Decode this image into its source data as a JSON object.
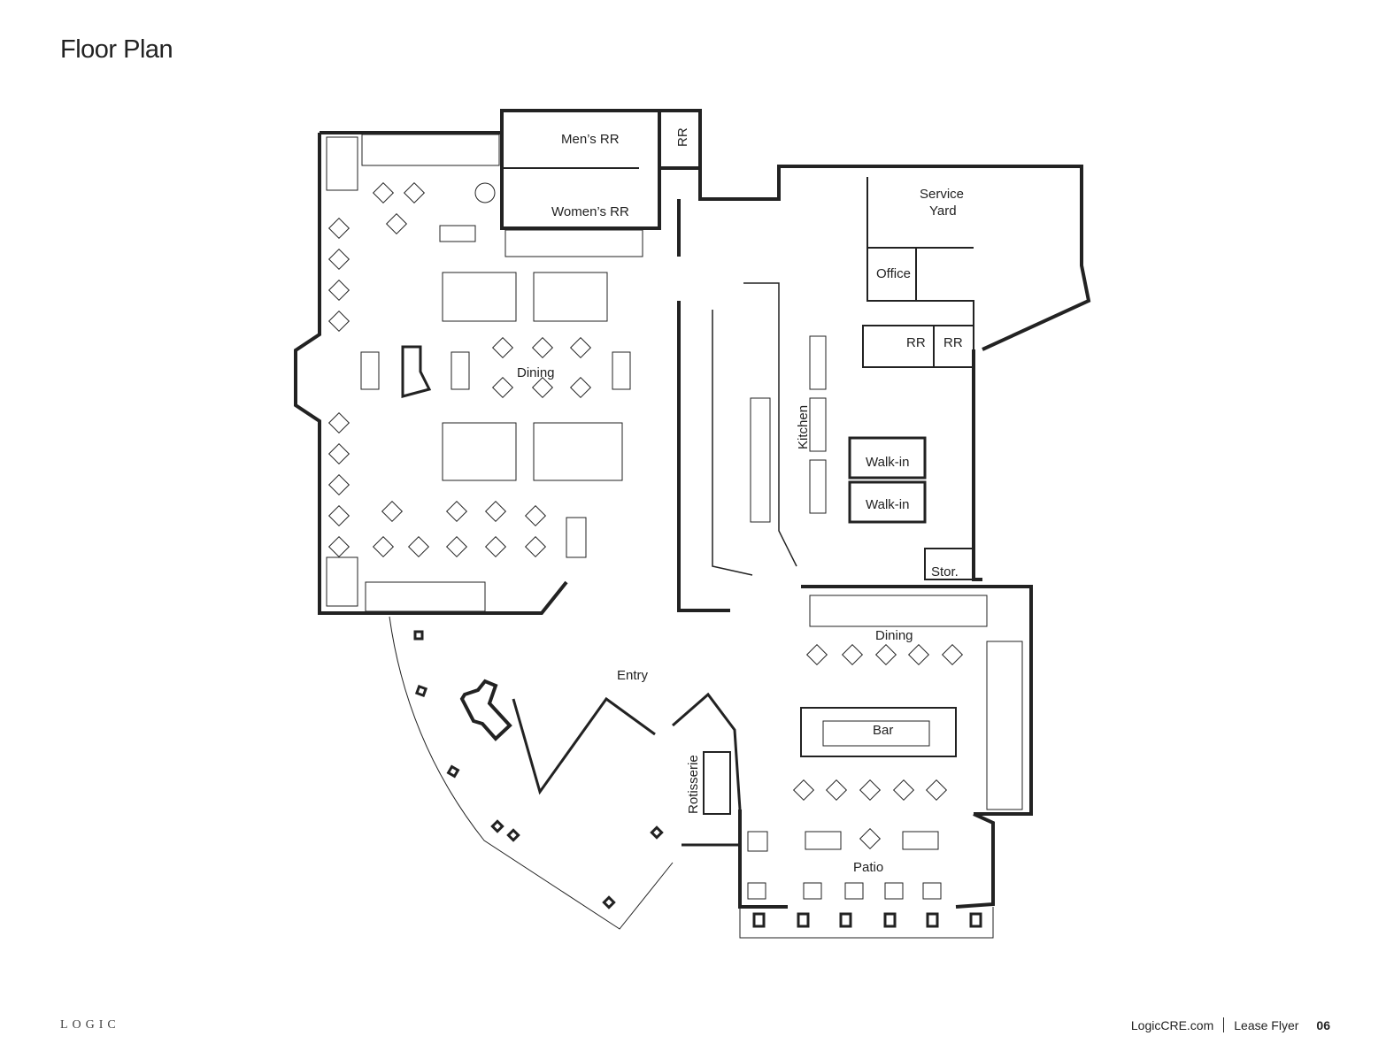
{
  "page": {
    "title": "Floor Plan"
  },
  "labels": {
    "mens_rr": "Men’s RR",
    "womens_rr": "Women’s RR",
    "rr_top": "RR",
    "service_yard_1": "Service",
    "service_yard_2": "Yard",
    "office": "Office",
    "rr_1": "RR",
    "rr_2": "RR",
    "dining_main": "Dining",
    "kitchen": "Kitchen",
    "walkin_1": "Walk-in",
    "walkin_2": "Walk-in",
    "storage": "Stor.",
    "dining_right": "Dining",
    "entry": "Entry",
    "bar": "Bar",
    "rotisserie": "Rotisserie",
    "patio": "Patio"
  },
  "footer": {
    "logo": "LOGIC",
    "website": "LogicCRE.com",
    "doc": "Lease Flyer",
    "page_number": "06"
  }
}
